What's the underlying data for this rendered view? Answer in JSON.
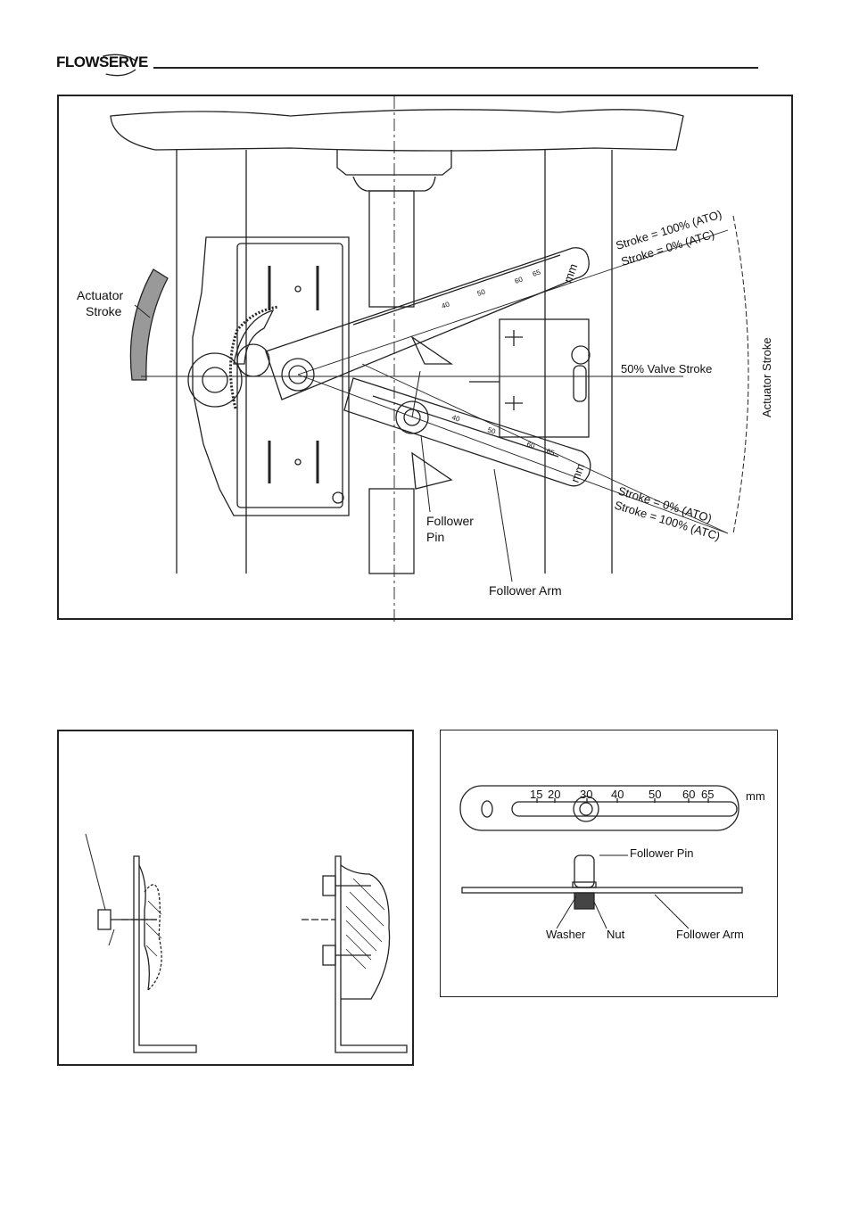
{
  "header": {
    "brand": "FLOWSERVE"
  },
  "main_diagram": {
    "labels": {
      "actuator_stroke_1": "Actuator",
      "actuator_stroke_2": "Stroke",
      "stroke_100_ato": "Stroke = 100% (ATO)",
      "stroke_0_atc": "Stroke = 0% (ATC)",
      "valve_stroke_50": "50% Valve Stroke",
      "actuator_stroke_vertical": "Actuator Stroke",
      "stroke_0_ato": "Stroke = 0% (ATO)",
      "stroke_100_atc": "Stroke = 100% (ATC)",
      "follower_pin_1": "Follower",
      "follower_pin_2": "Pin",
      "follower_arm": "Follower Arm",
      "mm_upper": "mm",
      "mm_lower": "mm"
    },
    "upper_scale": [
      "40",
      "50",
      "60",
      "65"
    ],
    "lower_scale": [
      "40",
      "50",
      "60",
      "65"
    ]
  },
  "arm_diagram": {
    "scale": [
      "15",
      "20",
      "30",
      "40",
      "50",
      "60",
      "65"
    ],
    "unit": "mm",
    "labels": {
      "follower_pin": "Follower Pin",
      "washer": "Washer",
      "nut": "Nut",
      "follower_arm": "Follower Arm"
    }
  }
}
